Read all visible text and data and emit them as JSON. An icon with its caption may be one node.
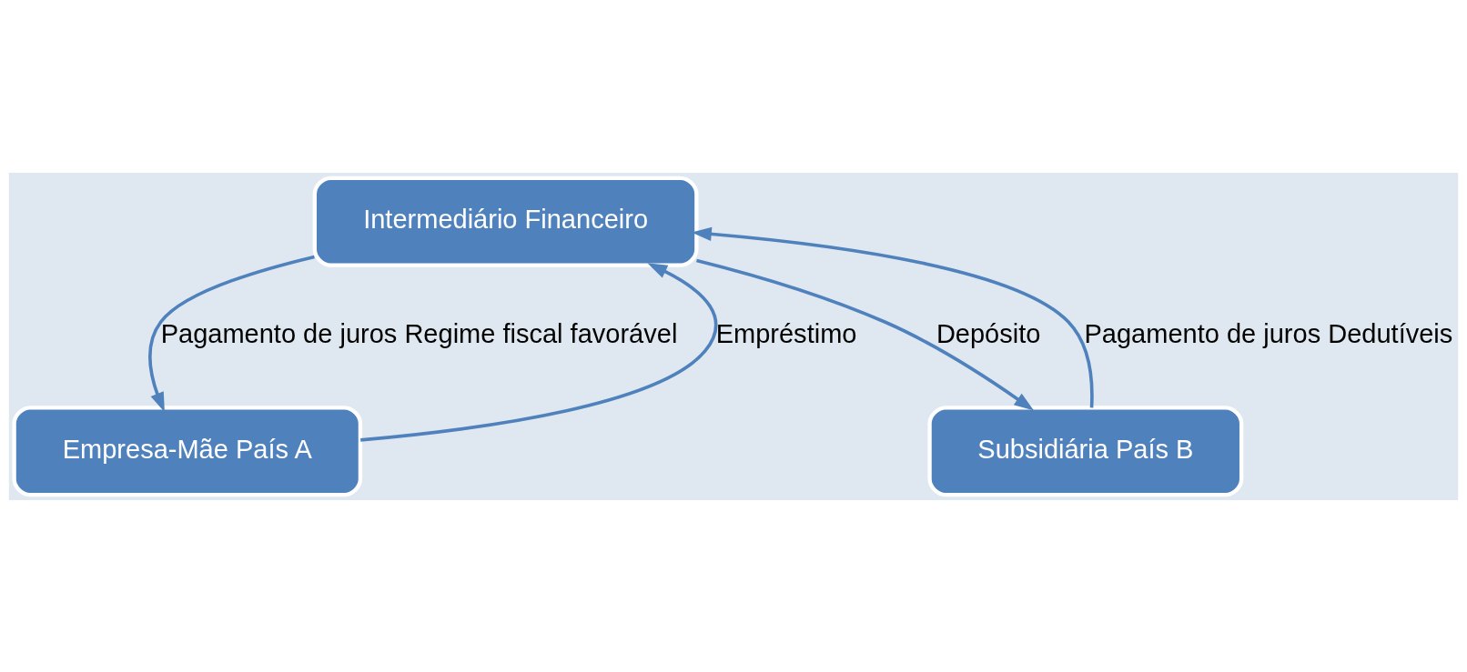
{
  "diagram": {
    "nodes": [
      {
        "text": [
          "Empresa-Mãe País A"
        ]
      },
      {
        "text": [
          "Intermediário Financeiro"
        ]
      },
      {
        "text": [
          "Subsidiária País B"
        ]
      }
    ],
    "edges": [
      {
        "from": 0,
        "to": 1,
        "arrow": "to",
        "label": "Empréstimo"
      },
      {
        "from": 1,
        "to": 2,
        "arrow": "to",
        "label": "Depósito"
      },
      {
        "from": 1,
        "to": 0,
        "arrow": "to",
        "label": "Pagamento de juros Regime fiscal favorável"
      },
      {
        "from": 2,
        "to": 1,
        "arrow": "to",
        "label": "Pagamento de juros Dedutíveis"
      }
    ]
  }
}
